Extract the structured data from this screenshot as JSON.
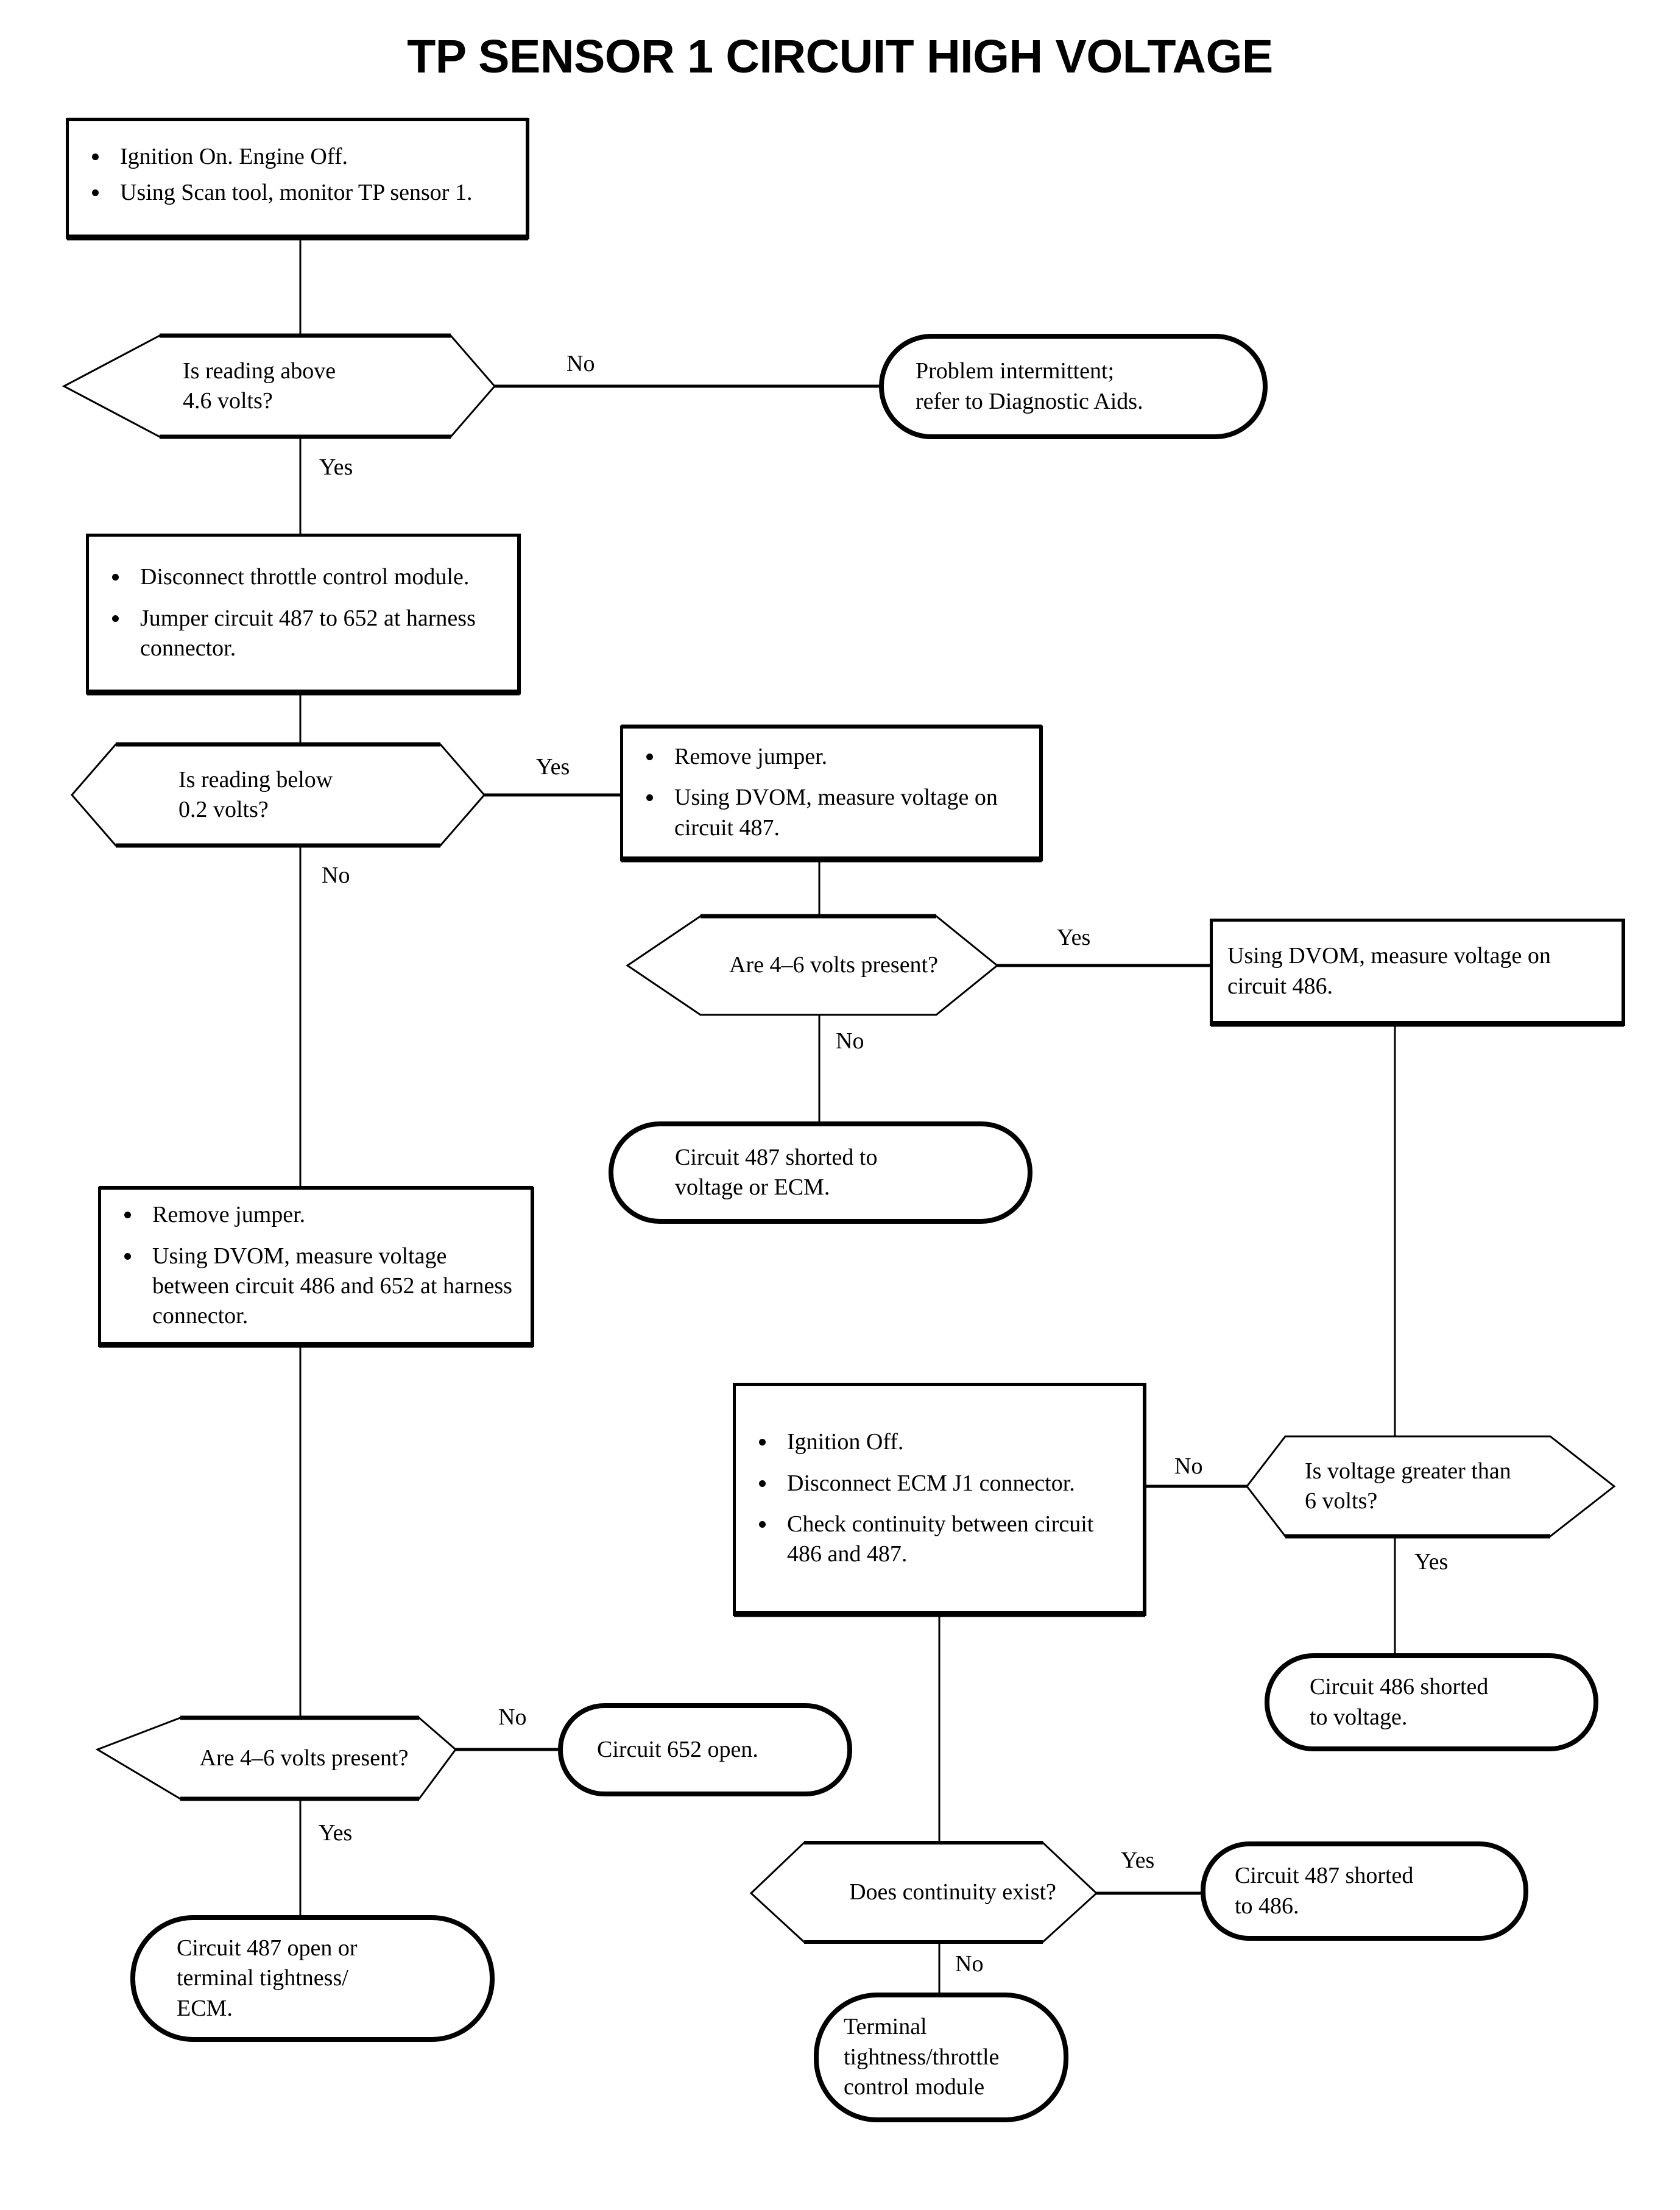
{
  "title": "TP SENSOR 1 CIRCUIT HIGH VOLTAGE",
  "chart_data": {
    "type": "flowchart",
    "title": "TP SENSOR 1 CIRCUIT HIGH VOLTAGE",
    "orientation": "top-down",
    "node_shapes": {
      "process": "rectangle",
      "decision": "hexagon",
      "terminator": "stadium / rounded-capsule"
    },
    "nodes": [
      {
        "id": "n1",
        "type": "process",
        "lines": [
          "Ignition On. Engine Off.",
          "Using Scan tool, monitor TP sensor 1."
        ]
      },
      {
        "id": "n2",
        "type": "decision",
        "lines": [
          "Is reading above",
          "4.6 volts?"
        ]
      },
      {
        "id": "n3",
        "type": "terminator",
        "lines": [
          "Problem intermittent;",
          "refer to Diagnostic Aids."
        ]
      },
      {
        "id": "n4",
        "type": "process",
        "lines": [
          "Disconnect throttle control module.",
          "Jumper circuit 487 to 652 at harness connector."
        ]
      },
      {
        "id": "n5",
        "type": "decision",
        "lines": [
          "Is reading below",
          "0.2 volts?"
        ]
      },
      {
        "id": "n6",
        "type": "process",
        "lines": [
          "Remove jumper.",
          "Using DVOM, measure voltage on circuit 487."
        ]
      },
      {
        "id": "n7",
        "type": "decision",
        "lines": [
          "Are 4–6 volts present?"
        ]
      },
      {
        "id": "n8",
        "type": "process",
        "lines": [
          "Using DVOM, measure voltage on circuit 486."
        ]
      },
      {
        "id": "n9",
        "type": "terminator",
        "lines": [
          "Circuit 487 shorted to",
          "voltage or ECM."
        ]
      },
      {
        "id": "n10",
        "type": "process",
        "lines": [
          "Remove jumper.",
          "Using DVOM, measure voltage between circuit 486 and 652 at harness connector."
        ]
      },
      {
        "id": "n11",
        "type": "process",
        "lines": [
          "Ignition Off.",
          "Disconnect ECM J1 connector.",
          "Check continuity between circuit 486 and 487."
        ]
      },
      {
        "id": "n12",
        "type": "decision",
        "lines": [
          "Is voltage greater than",
          "6 volts?"
        ]
      },
      {
        "id": "n13",
        "type": "terminator",
        "lines": [
          "Circuit 486 shorted",
          "to voltage."
        ]
      },
      {
        "id": "n14",
        "type": "decision",
        "lines": [
          "Are 4–6 volts present?"
        ]
      },
      {
        "id": "n15",
        "type": "terminator",
        "lines": [
          "Circuit 652 open."
        ]
      },
      {
        "id": "n16",
        "type": "decision",
        "lines": [
          "Does continuity exist?"
        ]
      },
      {
        "id": "n17",
        "type": "terminator",
        "lines": [
          "Circuit 487 shorted",
          "to 486."
        ]
      },
      {
        "id": "n18",
        "type": "terminator",
        "lines": [
          "Circuit 487 open or",
          "terminal tightness/",
          "ECM."
        ]
      },
      {
        "id": "n19",
        "type": "terminator",
        "lines": [
          "Terminal",
          "tightness/throttle",
          "control module"
        ]
      }
    ],
    "edges": [
      {
        "from": "n1",
        "to": "n2",
        "label": ""
      },
      {
        "from": "n2",
        "to": "n3",
        "label": "No"
      },
      {
        "from": "n2",
        "to": "n4",
        "label": "Yes"
      },
      {
        "from": "n4",
        "to": "n5",
        "label": ""
      },
      {
        "from": "n5",
        "to": "n6",
        "label": "Yes"
      },
      {
        "from": "n5",
        "to": "n10",
        "label": "No"
      },
      {
        "from": "n6",
        "to": "n7",
        "label": ""
      },
      {
        "from": "n7",
        "to": "n8",
        "label": "Yes"
      },
      {
        "from": "n7",
        "to": "n9",
        "label": "No"
      },
      {
        "from": "n8",
        "to": "n12",
        "label": ""
      },
      {
        "from": "n12",
        "to": "n11",
        "label": "No"
      },
      {
        "from": "n12",
        "to": "n13",
        "label": "Yes"
      },
      {
        "from": "n11",
        "to": "n16",
        "label": ""
      },
      {
        "from": "n10",
        "to": "n14",
        "label": ""
      },
      {
        "from": "n14",
        "to": "n15",
        "label": "No"
      },
      {
        "from": "n14",
        "to": "n18",
        "label": "Yes"
      },
      {
        "from": "n16",
        "to": "n17",
        "label": "Yes"
      },
      {
        "from": "n16",
        "to": "n19",
        "label": "No"
      }
    ]
  },
  "nodes": {
    "n1": {
      "b1": "Ignition On. Engine Off.",
      "b2": "Using Scan tool, monitor TP sensor 1."
    },
    "n2": {
      "l1": "Is reading above",
      "l2": "4.6 volts?"
    },
    "n3": {
      "l1": "Problem intermittent;",
      "l2": "refer to Diagnostic Aids."
    },
    "n4": {
      "b1": "Disconnect throttle control module.",
      "b2": "Jumper circuit 487 to 652 at harness connector."
    },
    "n5": {
      "l1": "Is reading below",
      "l2": "0.2 volts?"
    },
    "n6": {
      "b1": "Remove jumper.",
      "b2": "Using DVOM, measure voltage on circuit 487."
    },
    "n7": {
      "l1": "Are 4–6 volts present?"
    },
    "n8": {
      "l1": "Using DVOM, measure voltage on circuit 486."
    },
    "n9": {
      "l1": "Circuit 487 shorted to",
      "l2": "voltage or ECM."
    },
    "n10": {
      "b1": "Remove jumper.",
      "b2": "Using DVOM, measure voltage between circuit 486 and 652 at harness connector."
    },
    "n11": {
      "b1": "Ignition Off.",
      "b2": "Disconnect ECM J1 connector.",
      "b3": "Check continuity between circuit 486 and 487."
    },
    "n12": {
      "l1": "Is voltage greater than",
      "l2": "6 volts?"
    },
    "n13": {
      "l1": "Circuit 486 shorted",
      "l2": "to voltage."
    },
    "n14": {
      "l1": "Are 4–6 volts present?"
    },
    "n15": {
      "l1": "Circuit 652 open."
    },
    "n16": {
      "l1": "Does continuity exist?"
    },
    "n17": {
      "l1": "Circuit 487 shorted",
      "l2": "to 486."
    },
    "n18": {
      "l1": "Circuit 487 open or",
      "l2": "terminal tightness/",
      "l3": "ECM."
    },
    "n19": {
      "l1": "Terminal",
      "l2": "tightness/throttle",
      "l3": "control module"
    }
  },
  "edge_labels": {
    "e_n2_no": "No",
    "e_n2_yes": "Yes",
    "e_n5_yes": "Yes",
    "e_n5_no": "No",
    "e_n7_yes": "Yes",
    "e_n7_no": "No",
    "e_n12_no": "No",
    "e_n12_yes": "Yes",
    "e_n14_no": "No",
    "e_n14_yes": "Yes",
    "e_n16_yes": "Yes",
    "e_n16_no": "No"
  },
  "colors": {
    "ink": "#000000",
    "paper": "#ffffff"
  }
}
